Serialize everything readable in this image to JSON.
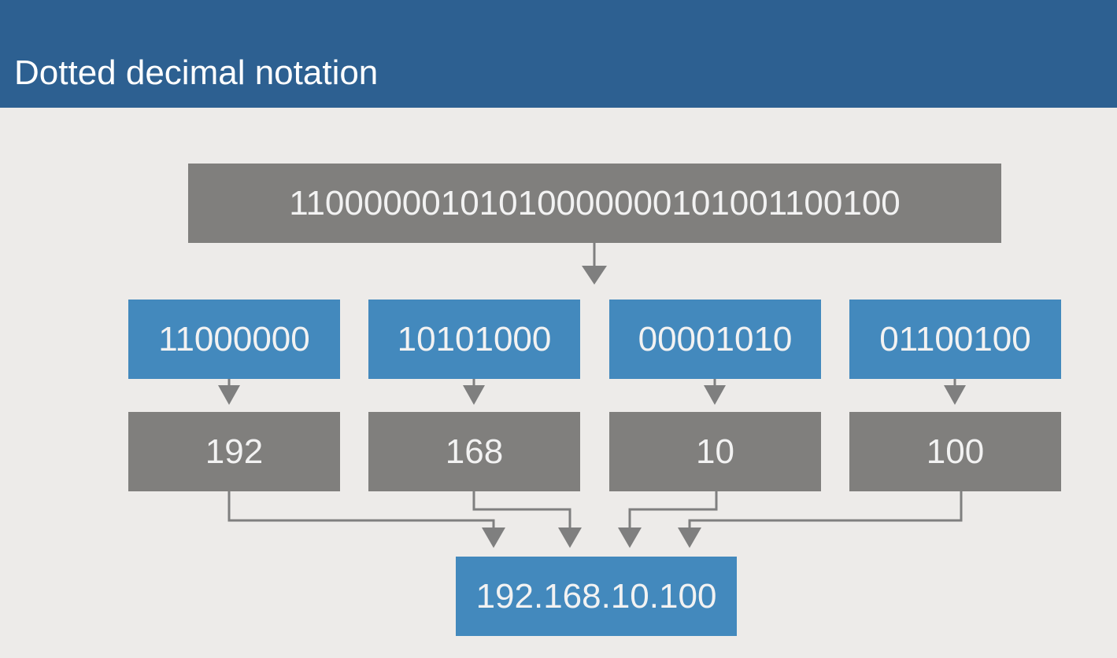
{
  "slide": {
    "title": "Dotted decimal notation"
  },
  "diagram": {
    "binary_address": "11000000101010000000101001100100",
    "octets": [
      {
        "binary": "11000000",
        "decimal": "192"
      },
      {
        "binary": "10101000",
        "decimal": "168"
      },
      {
        "binary": "00001010",
        "decimal": "10"
      },
      {
        "binary": "01100100",
        "decimal": "100"
      }
    ],
    "result": "192.168.10.100"
  },
  "colors": {
    "header": "#2d6091",
    "background": "#edebe9",
    "gray_box": "#807f7d",
    "blue_box": "#4389bd",
    "connector": "#7f7f7f"
  }
}
